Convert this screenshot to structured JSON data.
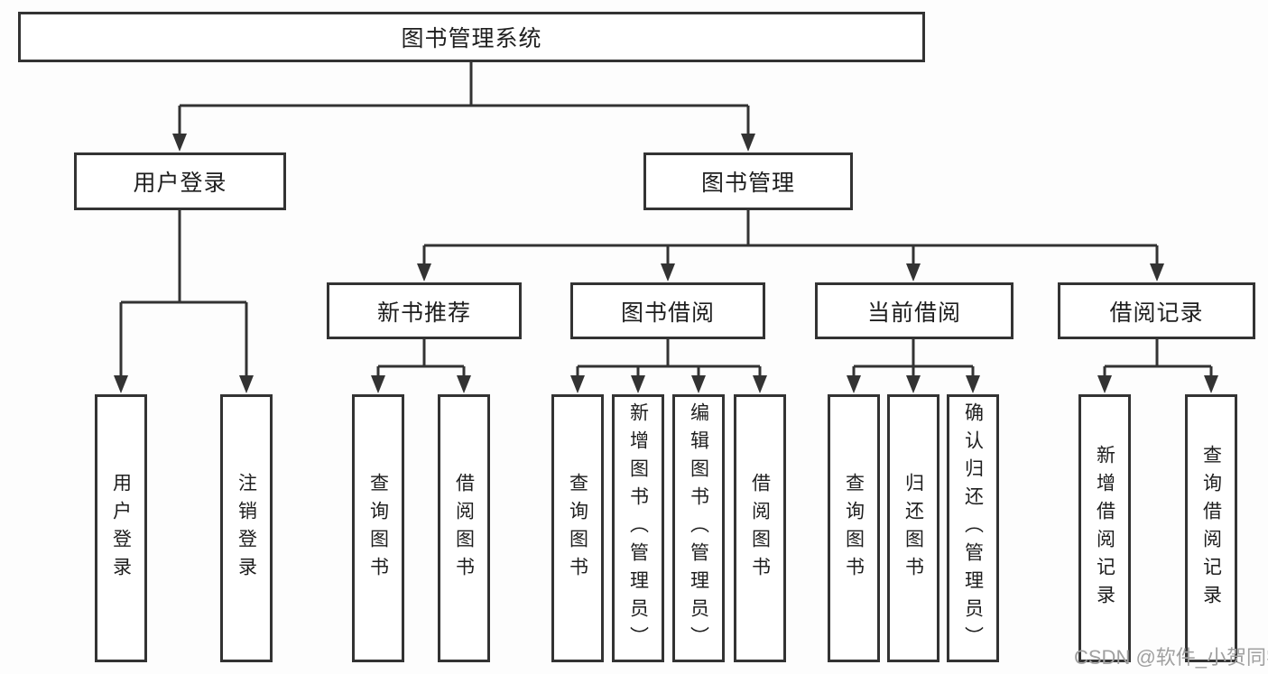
{
  "diagram_title": "图书管理系统",
  "tree": {
    "root": {
      "label": "图书管理系统"
    },
    "children": [
      {
        "label": "用户登录",
        "children": [
          "用户登录",
          "注销登录"
        ]
      },
      {
        "label": "图书管理",
        "children": [
          {
            "label": "新书推荐",
            "children": [
              "查询图书",
              "借阅图书"
            ]
          },
          {
            "label": "图书借阅",
            "children": [
              "查询图书",
              "新增图书（管理员）",
              "编辑图书（管理员）",
              "借阅图书"
            ]
          },
          {
            "label": "当前借阅",
            "children": [
              "查询图书",
              "归还图书",
              "确认归还（管理员）"
            ]
          },
          {
            "label": "借阅记录",
            "children": [
              "新增借阅记录",
              "查询借阅记录"
            ]
          }
        ]
      }
    ]
  },
  "watermark": "CSDN @软件_小贺同学",
  "colors": {
    "line": "#333333",
    "text": "#1e1e1e",
    "box_background": "#ffffff",
    "page_background": "#fdfdfd",
    "watermark": "#a0a0a0"
  }
}
